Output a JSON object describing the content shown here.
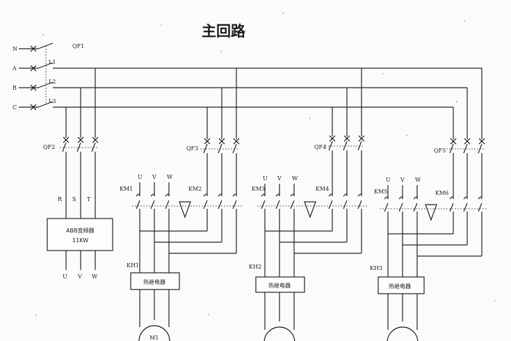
{
  "title": "主回路",
  "incoming": {
    "phases": [
      "N",
      "A",
      "B",
      "C"
    ],
    "main_breaker": "QF1",
    "lines": [
      "L1",
      "L2",
      "L3"
    ]
  },
  "drive": {
    "breaker": "QF2",
    "inputs": [
      "R",
      "S",
      "T"
    ],
    "name": "ABB变频器",
    "power": "11KW",
    "outputs": [
      "U",
      "V",
      "W"
    ]
  },
  "units": [
    {
      "breaker": "QF3",
      "contactor_a": "KM1",
      "contactor_b": "KM2",
      "overload": "KH1",
      "relay": "热继电器",
      "phases": [
        "U",
        "V",
        "W"
      ],
      "motor": "M1"
    },
    {
      "breaker": "QF4",
      "contactor_a": "KM3",
      "contactor_b": "KM4",
      "overload": "KH2",
      "relay": "热继电器",
      "phases": [
        "U",
        "V",
        "W"
      ],
      "motor": ""
    },
    {
      "breaker": "QF5",
      "contactor_a": "KM5",
      "contactor_b": "KM6",
      "overload": "KH3",
      "relay": "热继电器",
      "phases": [
        "U",
        "V",
        "W"
      ],
      "motor": ""
    }
  ]
}
